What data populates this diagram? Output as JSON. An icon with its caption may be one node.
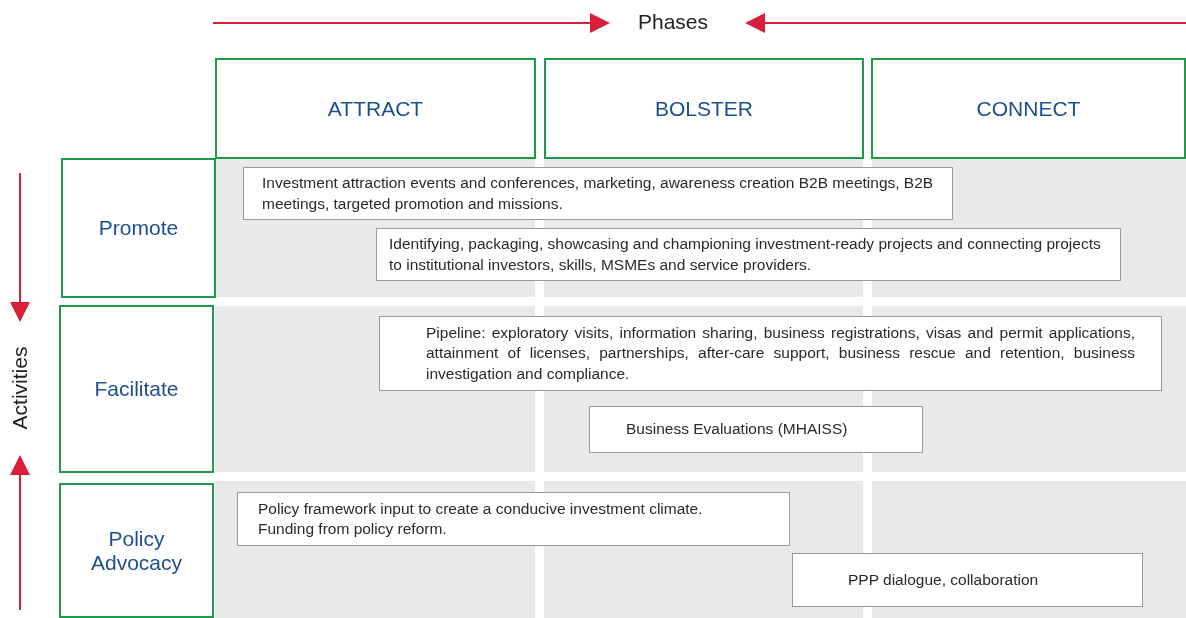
{
  "diagram": {
    "nodes": [
      {
        "text": [
          "ATTRACT"
        ]
      },
      {
        "text": [
          "BOLSTER"
        ]
      },
      {
        "text": [
          "CONNECT"
        ]
      },
      {
        "text": [
          "Promote"
        ]
      },
      {
        "text": [
          "Facilitate"
        ]
      },
      {
        "text": [
          "Policy Advocacy"
        ]
      },
      {
        "text": [
          "Investment attraction events and conferences, marketing, awareness creation B2B meetings, B2B meetings, targeted promotion and missions."
        ]
      },
      {
        "text": [
          "Identifying, packaging, showcasing and championing investment-ready projects and connecting projects to institutional investors, skills, MSMEs and service providers."
        ]
      },
      {
        "text": [
          "Pipeline: exploratory visits, information sharing, business registrations, visas and permit applications, attainment of licenses, partnerships, after-care support, business rescue and retention, business investigation and compliance."
        ]
      },
      {
        "text": [
          "Business Evaluations (MHAISS)"
        ]
      },
      {
        "text": [
          "Policy framework input to create a conducive investment climate. Funding from policy reform."
        ]
      },
      {
        "text": [
          "PPP dialogue, collaboration"
        ]
      }
    ],
    "edges": [],
    "labels": [
      "Phases",
      "Activities"
    ]
  }
}
